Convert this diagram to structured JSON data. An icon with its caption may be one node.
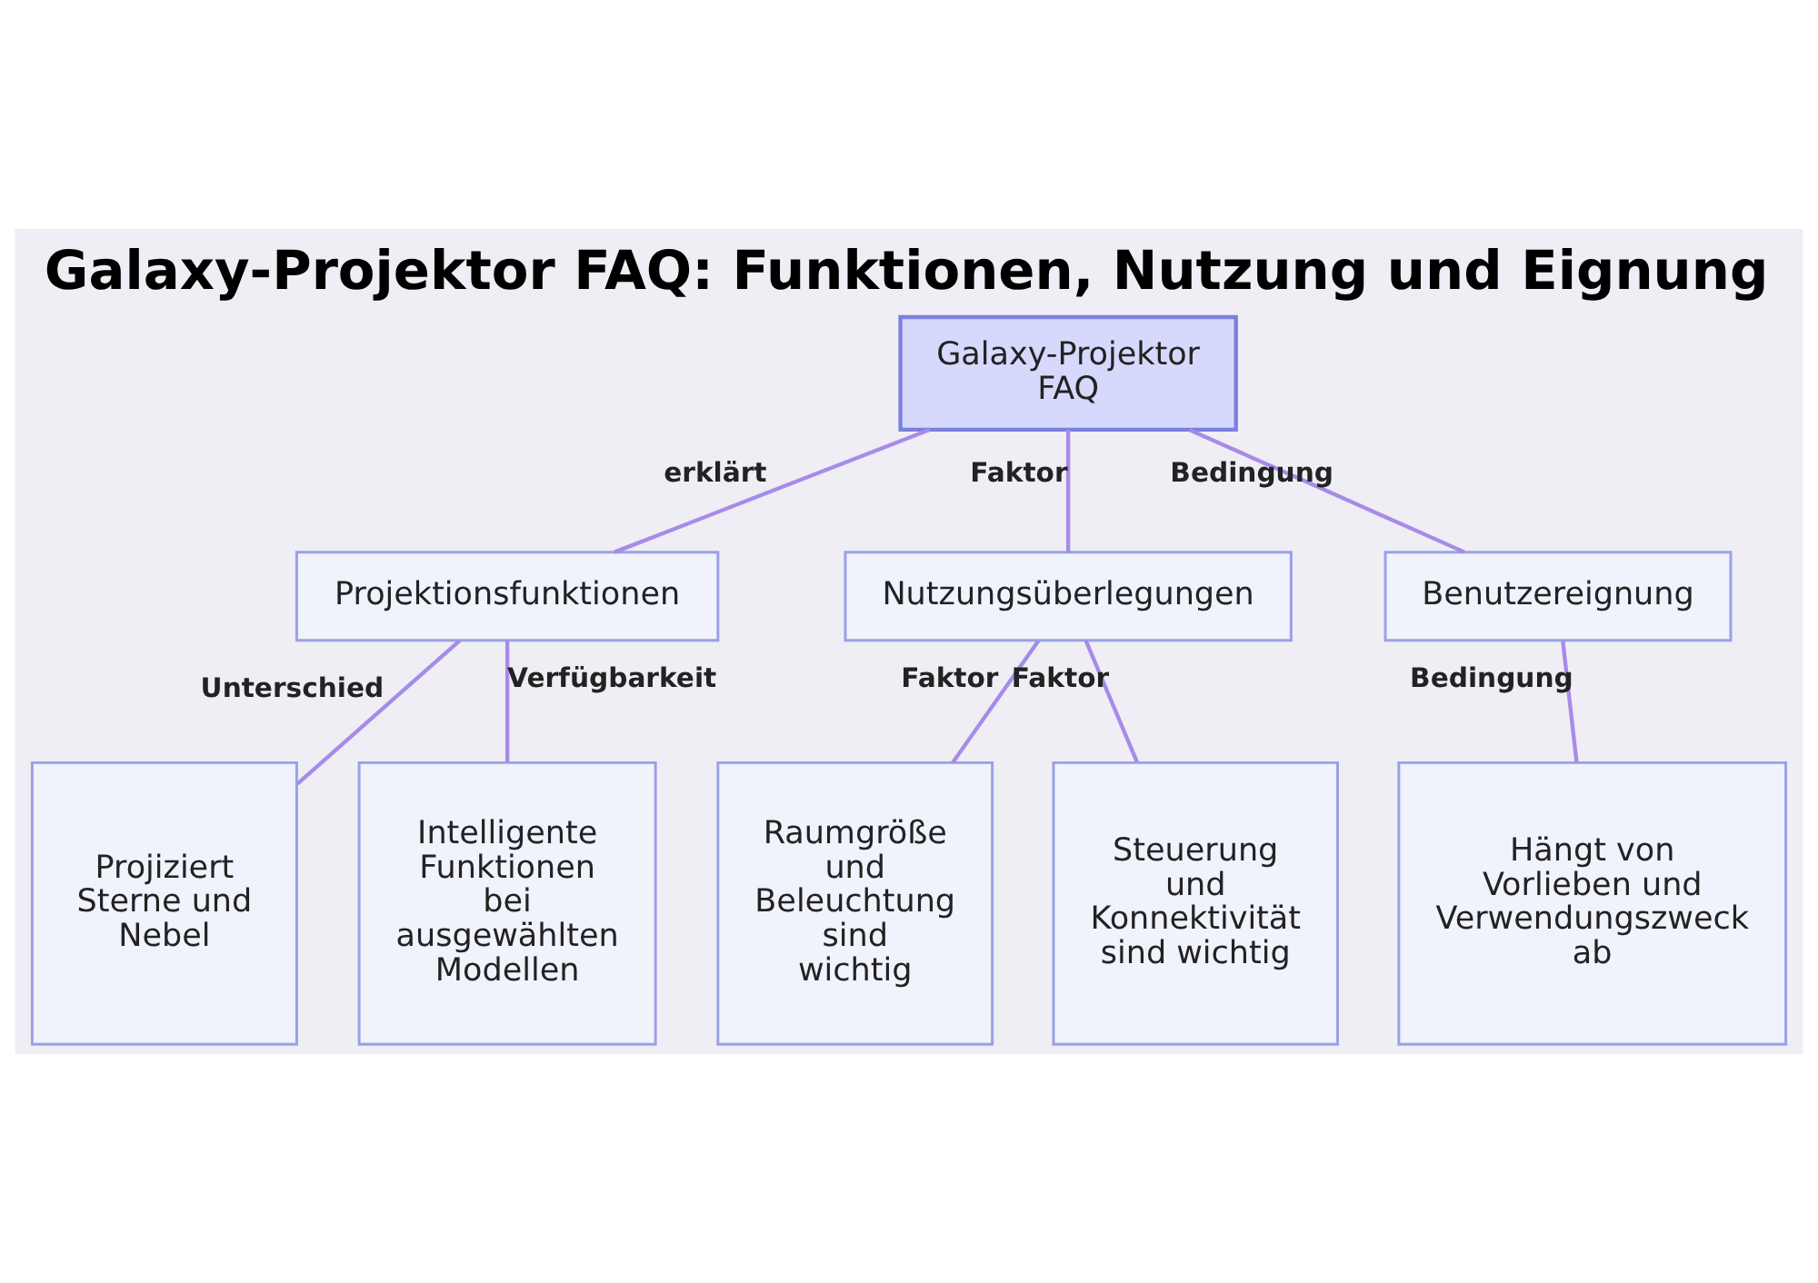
{
  "diagram": {
    "title": "Galaxy-Projektor FAQ: Funktionen, Nutzung und Eignung",
    "nodes": [
      {
        "text": [
          "Galaxy-Projektor FAQ"
        ]
      },
      {
        "text": [
          "Projektionsfunktionen"
        ]
      },
      {
        "text": [
          "Nutzungsüberlegungen"
        ]
      },
      {
        "text": [
          "Benutzereignung"
        ]
      },
      {
        "text": [
          "Projiziert Sterne und Nebel"
        ]
      },
      {
        "text": [
          "Intelligente Funktionen bei ausgewählten Modellen"
        ]
      },
      {
        "text": [
          "Raumgröße und Beleuchtung sind wichtig"
        ]
      },
      {
        "text": [
          "Steuerung und Konnektivität sind wichtig"
        ]
      },
      {
        "text": [
          "Hängt von Vorlieben und Verwendungszweck ab"
        ]
      }
    ],
    "edges": [
      {
        "from": 0,
        "to": 1,
        "arrow": "none",
        "label": "erklärt"
      },
      {
        "from": 0,
        "to": 2,
        "arrow": "none",
        "label": "Faktor"
      },
      {
        "from": 0,
        "to": 3,
        "arrow": "none",
        "label": "Bedingung"
      },
      {
        "from": 1,
        "to": 4,
        "arrow": "none",
        "label": "Unterschied"
      },
      {
        "from": 1,
        "to": 5,
        "arrow": "none",
        "label": "Verfügbarkeit"
      },
      {
        "from": 2,
        "to": 6,
        "arrow": "none",
        "label": "Faktor"
      },
      {
        "from": 2,
        "to": 7,
        "arrow": "none",
        "label": "Faktor"
      },
      {
        "from": 3,
        "to": 8,
        "arrow": "none",
        "label": "Bedingung"
      }
    ]
  }
}
